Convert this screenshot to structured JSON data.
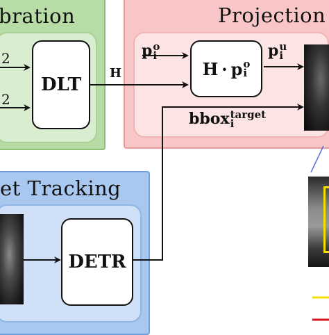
{
  "panels": {
    "calibration_title": "bration",
    "projection_title": "Projection",
    "tracking_title": "et Tracking"
  },
  "boxes": {
    "dlt": "DLT",
    "detr": "DETR",
    "homography_h": "H",
    "homography_p": "p",
    "homography_sup": "o",
    "homography_sub": "i"
  },
  "labels": {
    "input_top": "2",
    "input_bottom": "2",
    "h_arrow": "H",
    "p_in_main": "p",
    "p_in_sup": "o",
    "p_in_sub": "i",
    "p_out_main": "p",
    "p_out_sup": "u",
    "p_out_sub": "i",
    "bbox_main": "bbox",
    "bbox_sup": "target",
    "bbox_sub": "i"
  },
  "colors": {
    "legend_yellow": "#f3e000",
    "legend_red": "#d6141c"
  }
}
